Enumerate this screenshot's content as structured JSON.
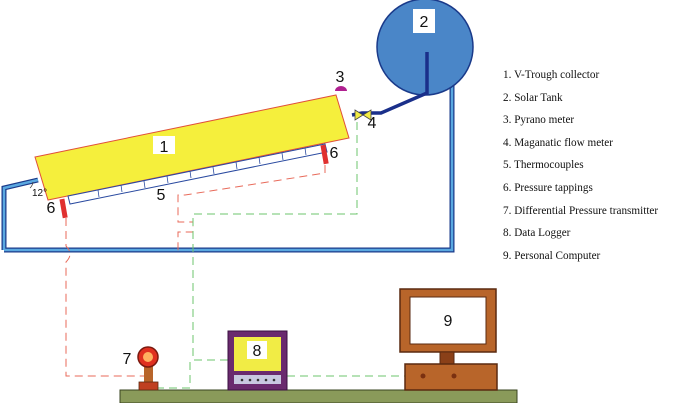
{
  "diagram": {
    "numbers": {
      "collector": "1",
      "tank": "2",
      "pyranometer": "3",
      "flow_meter": "4",
      "thermocouples": "5",
      "pressure_tapping_left": "6",
      "pressure_tapping_right": "6",
      "dp_transmitter": "7",
      "data_logger": "8",
      "computer": "9"
    },
    "tilt_label": "12°"
  },
  "legend": {
    "items": [
      "1. V-Trough collector",
      "2. Solar Tank",
      "3. Pyrano meter",
      "4. Maganatic flow meter",
      "5. Thermocouples",
      "6. Pressure tappings",
      "7. Differential Pressure transmitter",
      "8. Data Logger",
      "9. Personal Computer"
    ]
  },
  "colors": {
    "collector_fill": "#f5ef3c",
    "collector_edge": "#e0503a",
    "tank": "#4a86c8",
    "pipe": "#2f7fc0",
    "pipe_dark": "#1a2f8a",
    "red_line": "#e86a5a",
    "green_line": "#6cc46c",
    "logger_frame": "#6a2a6e",
    "screen": "#f1ec45",
    "computer": "#b8652a",
    "base": "#8a9a5a"
  }
}
